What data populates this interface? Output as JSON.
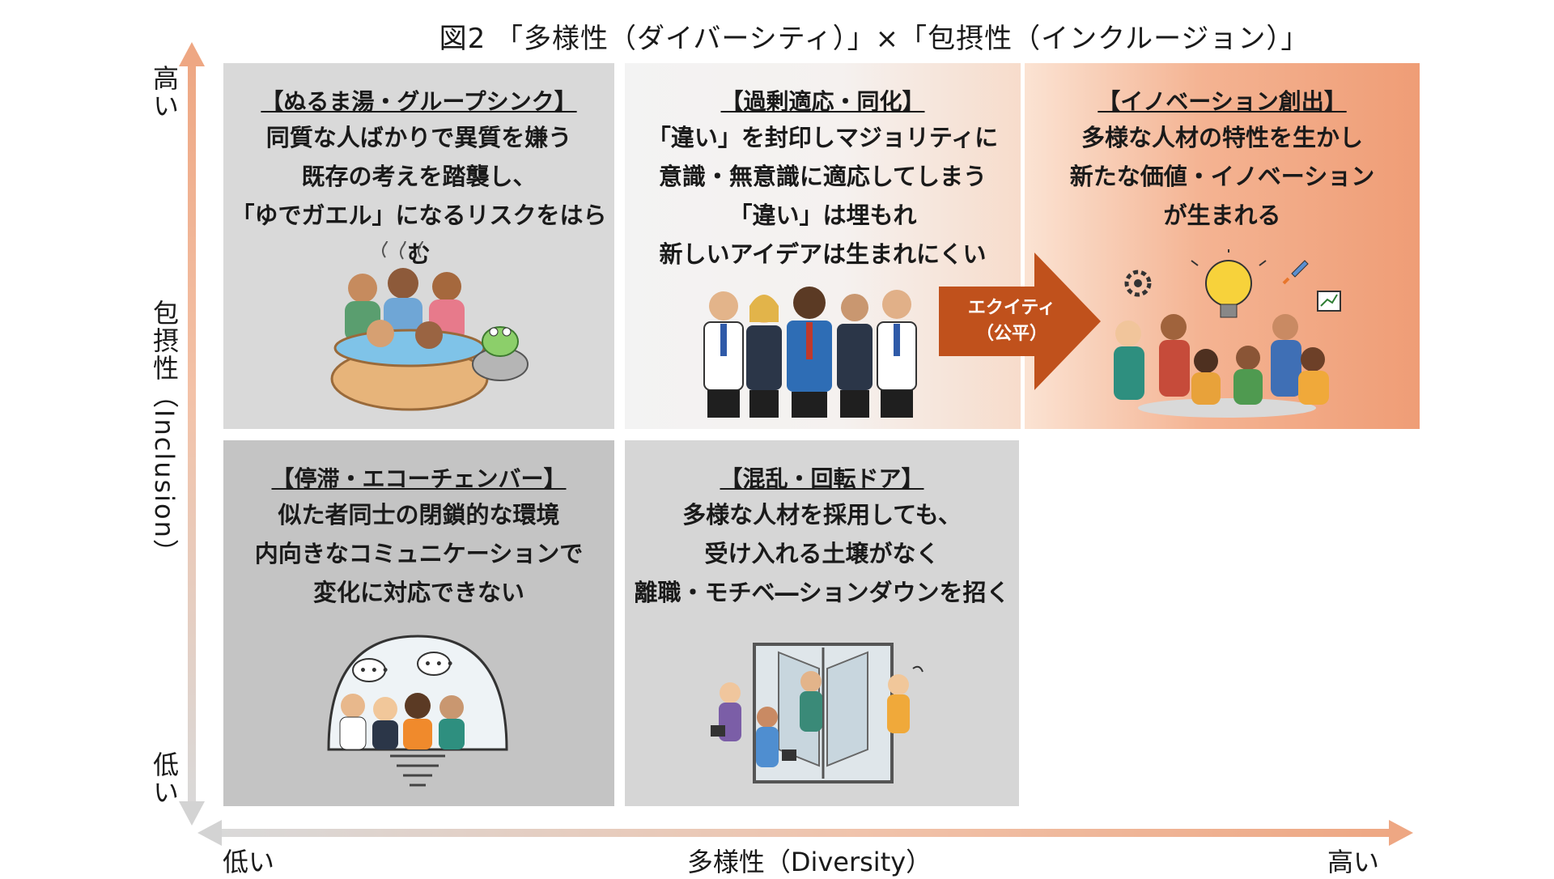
{
  "title": "図2 「多様性（ダイバーシティ）」×「包摂性（インクルージョン）」",
  "y_axis": {
    "label": "包摂性（Inclusion）",
    "high": "高い",
    "low": "低い"
  },
  "x_axis": {
    "label": "多様性（Diversity）",
    "high": "高い",
    "low": "低い"
  },
  "quadrants": {
    "top_left": {
      "title": "【ぬるま湯・グループシンク】",
      "lines": [
        "同質な人ばかりで異質を嫌う",
        "既存の考えを踏襲し、",
        "「ゆでガエル」になるリスクをはらむ"
      ]
    },
    "top_middle": {
      "title": "【過剰適応・同化】",
      "lines": [
        "「違い」を封印しマジョリティに",
        "意識・無意識に適応してしまう",
        "「違い」は埋もれ",
        "新しいアイデアは生まれにくい"
      ]
    },
    "top_right": {
      "title": "【イノベーション創出】",
      "lines": [
        "多様な人材の特性を生かし",
        "新たな価値・イノベーション",
        "が生まれる"
      ]
    },
    "bottom_left": {
      "title": "【停滞・エコーチェンバー】",
      "lines": [
        "似た者同士の閉鎖的な環境",
        "内向きなコミュニケーションで",
        "変化に対応できない"
      ]
    },
    "bottom_middle": {
      "title": "【混乱・回転ドア】",
      "lines": [
        "多様な人材を採用しても、",
        "受け入れる土壌がなく",
        "離職・モチベ―ションダウンを招く"
      ]
    }
  },
  "equity_arrow": {
    "line1": "エクイティ",
    "line2": "（公平）"
  },
  "colors": {
    "accent": "#c0511c",
    "axis_high": "#eea783",
    "axis_low": "#d3d3d3"
  }
}
